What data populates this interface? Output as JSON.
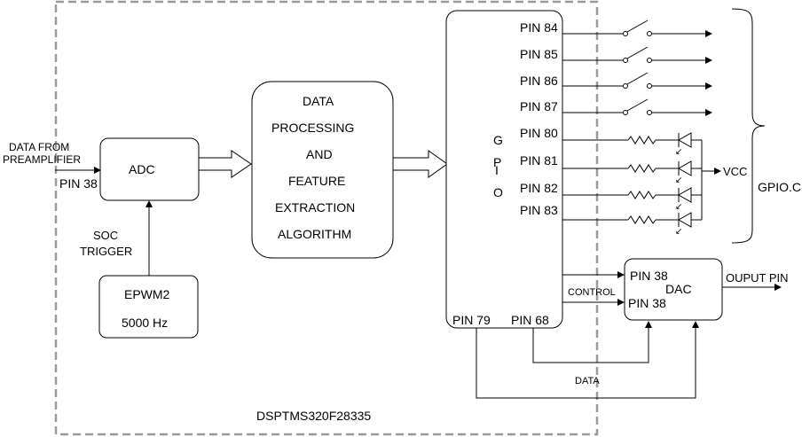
{
  "chip_label": "DSPTMS320F28335",
  "input": {
    "line1": "DATA FROM",
    "line2": "PREAMPLIFIER",
    "pin": "PIN 38"
  },
  "adc": {
    "label": "ADC"
  },
  "soc": {
    "line1": "SOC",
    "line2": "TRIGGER"
  },
  "epwm": {
    "label": "EPWM2",
    "freq": "5000 Hz"
  },
  "processing": {
    "lines": [
      "DATA",
      "PROCESSING",
      "AND",
      "FEATURE",
      "EXTRACTION",
      "ALGORITHM"
    ]
  },
  "gpio": {
    "letters": [
      "G",
      "P",
      "I",
      "O"
    ],
    "pins": [
      "PIN 84",
      "PIN 85",
      "PIN 86",
      "PIN 87",
      "PIN 80",
      "PIN 81",
      "PIN 82",
      "PIN 83"
    ],
    "bottom_left_pin": "PIN 79",
    "bottom_right_pin": "PIN 68"
  },
  "vcc": "VCC",
  "gpio_connector": "GPIO.C",
  "dac": {
    "label": "DAC",
    "pin_top": "PIN 38",
    "pin_bottom": "PIN 38",
    "output": "OUPUT PIN"
  },
  "control_label": "CONTROL",
  "data_label": "DATA"
}
